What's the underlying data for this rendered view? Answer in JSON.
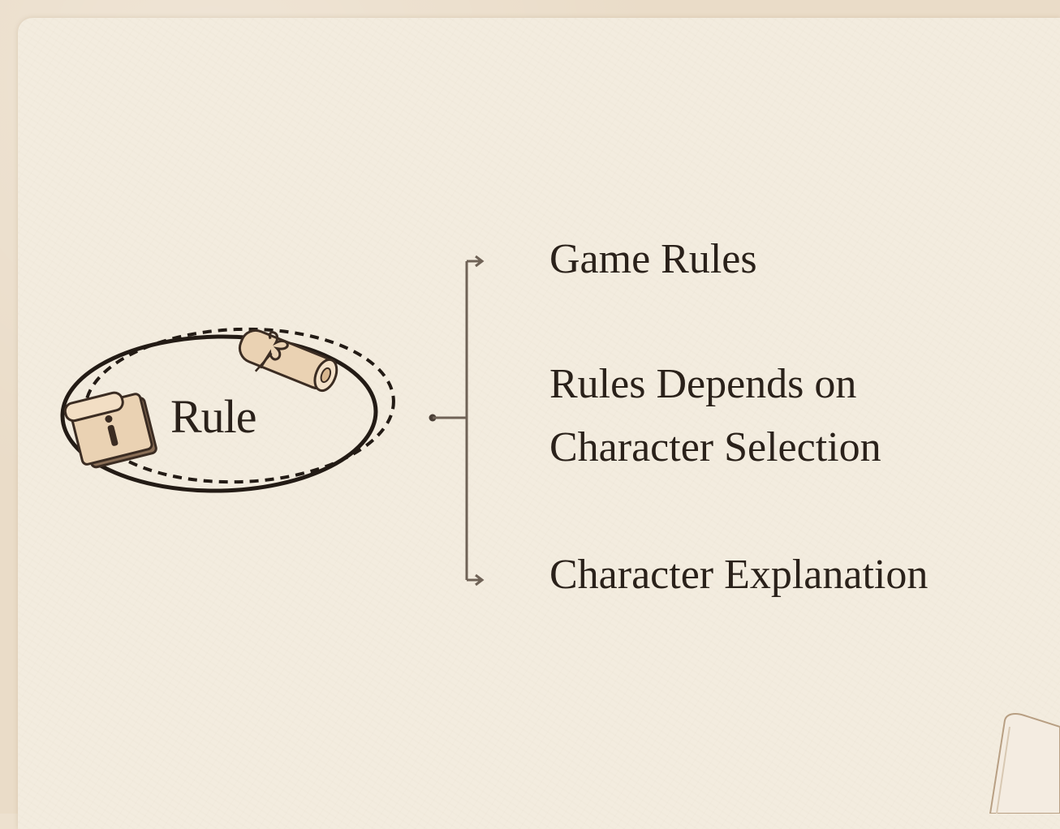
{
  "node": {
    "label": "Rule"
  },
  "branches": [
    {
      "label": "Game Rules"
    },
    {
      "label": "Rules Depends on\nCharacter Selection"
    },
    {
      "label": "Character Explanation"
    }
  ],
  "colors": {
    "background": "#eadcc8",
    "card": "#f3ecdf",
    "ink": "#2a211a",
    "connector": "#6f6256",
    "scroll": "#e8cfb0"
  }
}
